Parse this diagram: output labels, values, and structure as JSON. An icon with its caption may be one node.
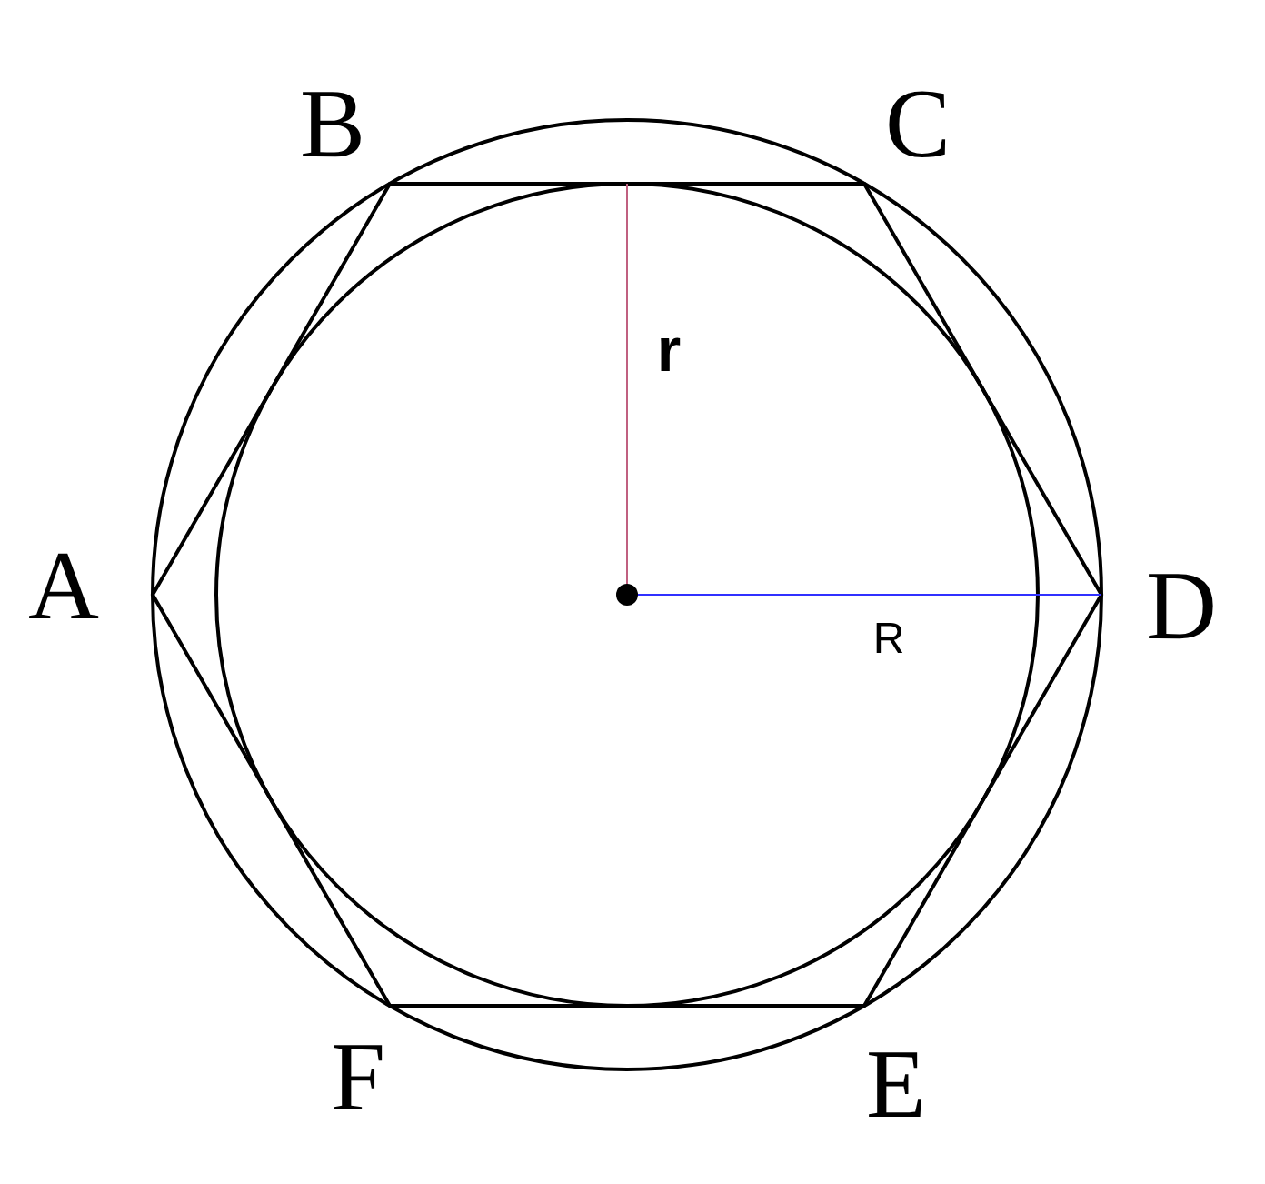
{
  "diagram": {
    "labels": [
      "B",
      "C",
      "r",
      "A",
      "D",
      "R",
      "F",
      "E"
    ]
  }
}
